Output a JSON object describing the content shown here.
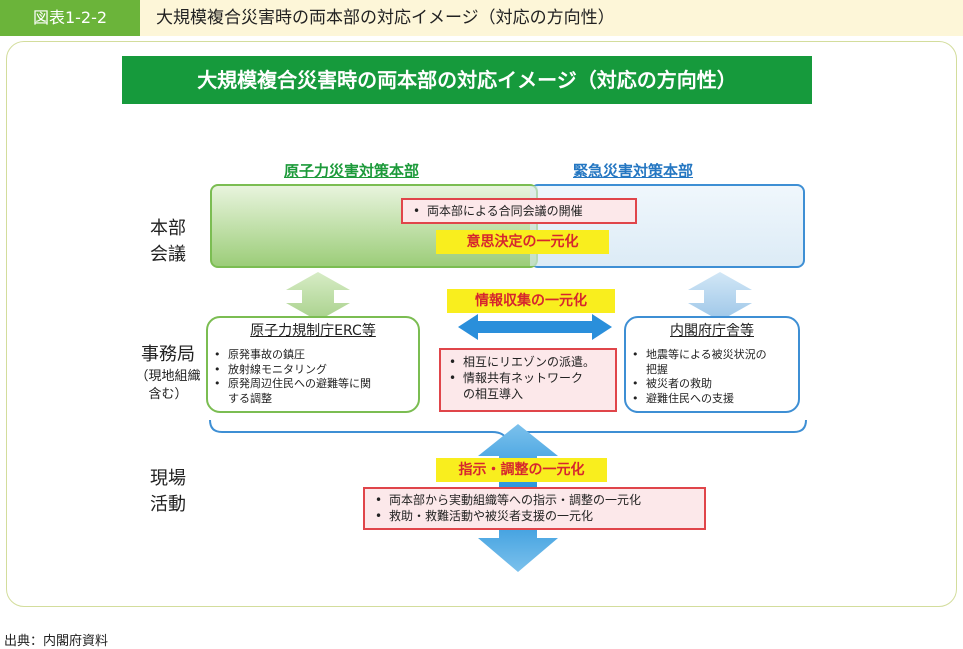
{
  "header": {
    "figure_label": "図表1-2-2",
    "title": "大規模複合災害時の両本部の対応イメージ（対応の方向性）"
  },
  "banner": "大規模複合災害時の両本部の対応イメージ（対応の方向性）",
  "columns": {
    "left_heading": "原子力災害対策本部",
    "right_heading": "緊急災害対策本部"
  },
  "rows": {
    "hq_meeting": [
      "本部",
      "会議"
    ],
    "secretariat": [
      "事務局"
    ],
    "secretariat_note": [
      "（現地組織",
      "含む）"
    ],
    "field": [
      "現場",
      "活動"
    ]
  },
  "hq": {
    "joint_meeting": "両本部による合同会議の開催",
    "decision_label": "意思決定の一元化"
  },
  "information_label": "情報収集の一元化",
  "nra": {
    "title": "原子力規制庁ERC等",
    "items": [
      "原発事故の鎮圧",
      "放射線モニタリング",
      "原発周辺住民への避難等に関",
      "する調整"
    ]
  },
  "liaison": {
    "items": [
      "相互にリエゾンの派遣。",
      "情報共有ネットワーク",
      "の相互導入"
    ]
  },
  "cao": {
    "title": "内閣府庁舎等",
    "items": [
      "地震等による被災状況の",
      "把握",
      "被災者の救助",
      "避難住民への支援"
    ]
  },
  "field_activity": {
    "label": "指示・調整の一元化",
    "items": [
      "両本部から実動組織等への指示・調整の一元化",
      "救助・救難活動や被災者支援の一元化"
    ]
  },
  "source": "出典：内閣府資料",
  "colors": {
    "brand_green": "#169a3c",
    "nuclear_green": "#1c9a3a",
    "emergency_blue": "#2577c2",
    "highlight_yellow": "#f9ee1e",
    "alert_red": "#e0454a"
  }
}
